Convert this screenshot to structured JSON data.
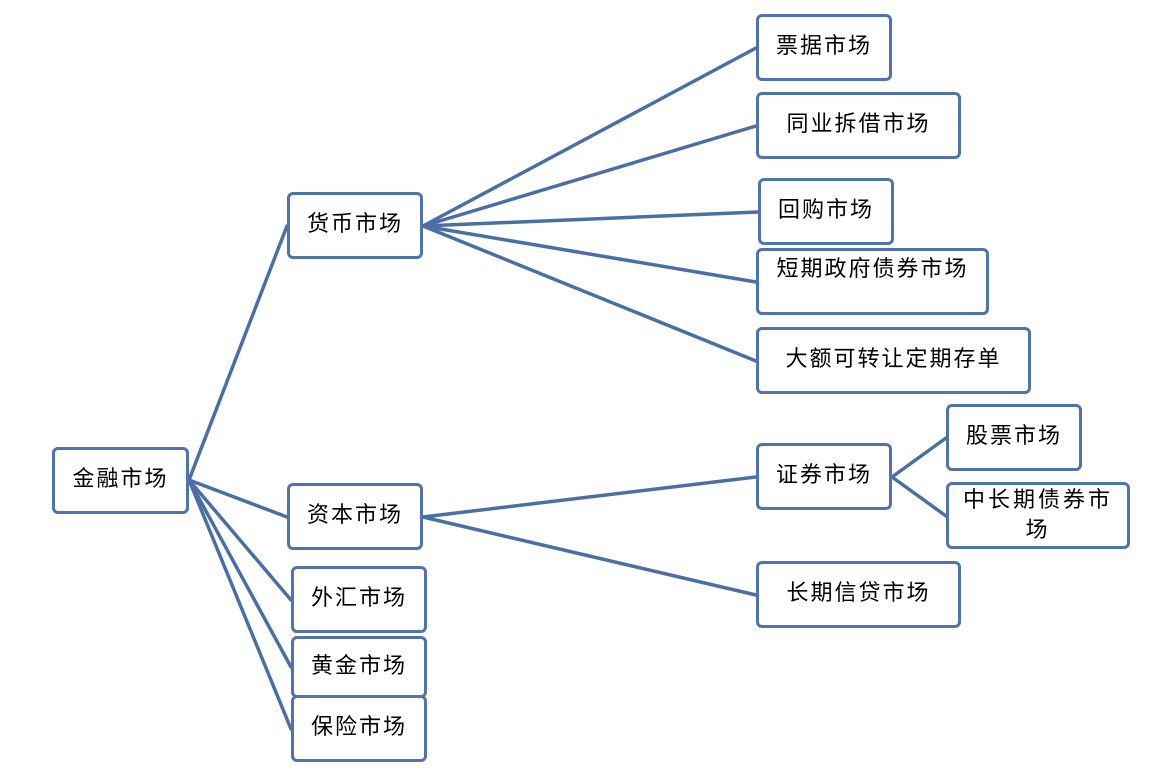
{
  "diagram": {
    "root": {
      "label": "金融市场",
      "children": {
        "money_market": {
          "label": "货币市场",
          "children": [
            {
              "label": "票据市场"
            },
            {
              "label": "同业拆借市场"
            },
            {
              "label": "回购市场"
            },
            {
              "label": "短期政府债券市场"
            },
            {
              "label": "大额可转让定期存单"
            }
          ]
        },
        "capital_market": {
          "label": "资本市场",
          "children": {
            "securities_market": {
              "label": "证券市场",
              "children": [
                {
                  "label": "股票市场"
                },
                {
                  "label": "中长期债券市场"
                }
              ]
            },
            "long_term_credit_market": {
              "label": "长期信贷市场"
            }
          }
        },
        "fx_market": {
          "label": "外汇市场"
        },
        "gold_market": {
          "label": "黄金市场"
        },
        "insurance_market": {
          "label": "保险市场"
        }
      }
    },
    "colors": {
      "box_border": "#4f74ad",
      "connector": "#4a6fa5",
      "text": "#000000",
      "background": "#ffffff"
    }
  }
}
